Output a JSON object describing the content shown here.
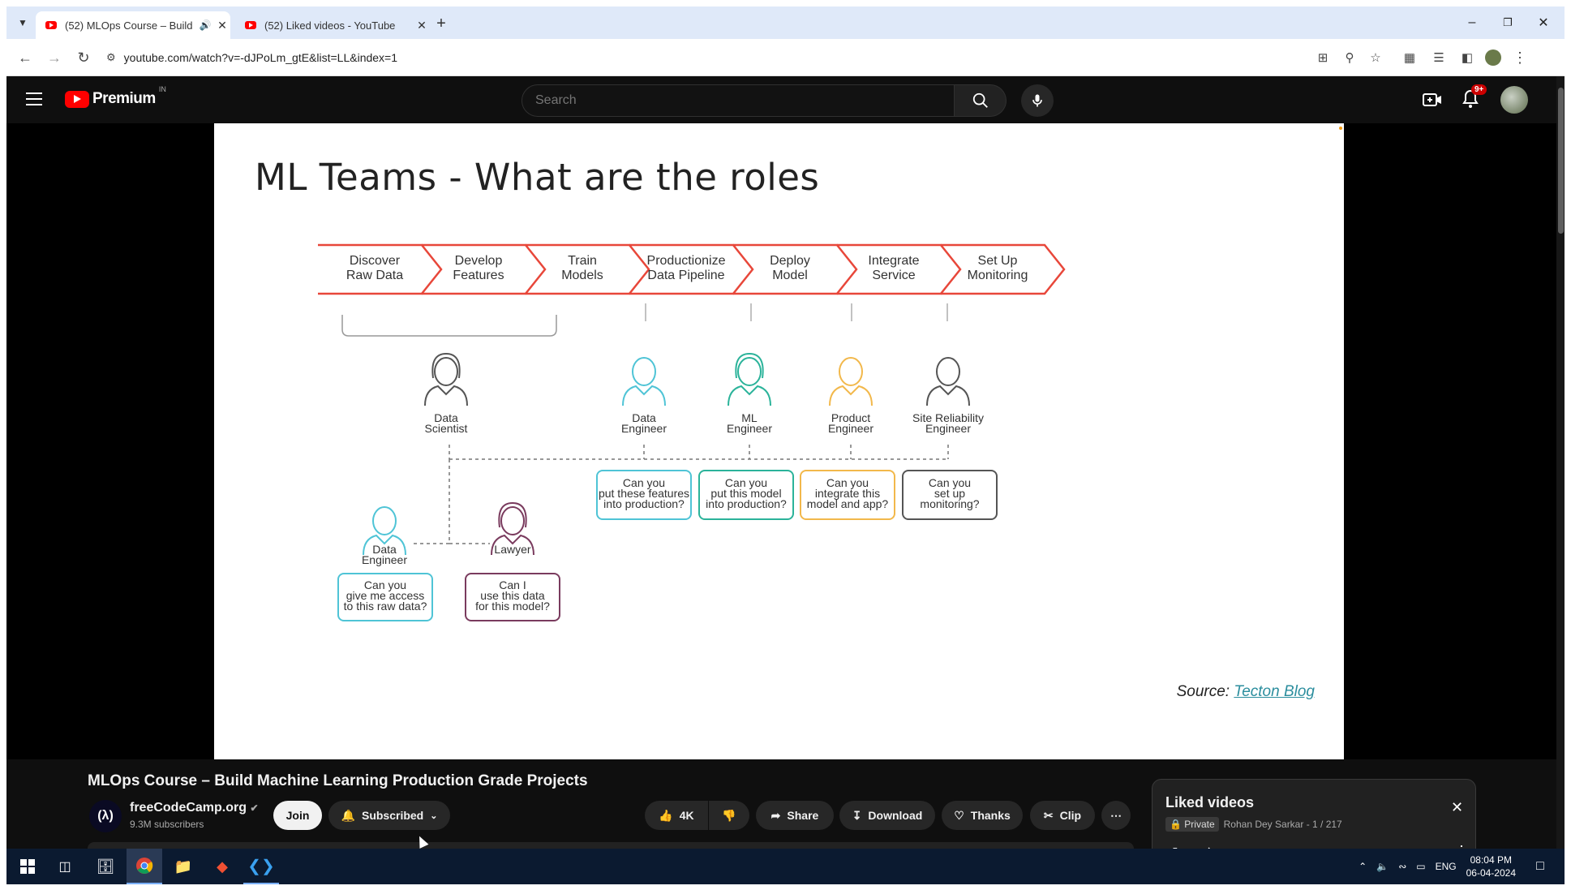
{
  "browser": {
    "tabs": [
      {
        "title": "(52) MLOps Course – Build",
        "active": true
      },
      {
        "title": "(52) Liked videos - YouTube",
        "active": false
      }
    ],
    "url": "youtube.com/watch?v=-dJPoLm_gtE&list=LL&index=1"
  },
  "youtube": {
    "logo_text": "Premium",
    "region": "IN",
    "search_placeholder": "Search",
    "notification_count": "9+"
  },
  "slide": {
    "title": "ML Teams - What are the roles",
    "steps": [
      [
        "Discover",
        "Raw Data"
      ],
      [
        "Develop",
        "Features"
      ],
      [
        "Train",
        "Models"
      ],
      [
        "Productionize",
        "Data Pipeline"
      ],
      [
        "Deploy",
        "Model"
      ],
      [
        "Integrate",
        "Service"
      ],
      [
        "Set Up",
        "Monitoring"
      ]
    ],
    "roles_top": [
      {
        "name": [
          "Data",
          "Scientist"
        ]
      },
      {
        "name": [
          "Data",
          "Engineer"
        ]
      },
      {
        "name": [
          "ML",
          "Engineer"
        ]
      },
      {
        "name": [
          "Product",
          "Engineer"
        ]
      },
      {
        "name": [
          "Site Reliability",
          "Engineer"
        ]
      }
    ],
    "questions_top": [
      [
        "Can you",
        "put these features",
        "into production?"
      ],
      [
        "Can you",
        "put this model",
        "into production?"
      ],
      [
        "Can you",
        "integrate this",
        "model and app?"
      ],
      [
        "Can you",
        "set up",
        "monitoring?"
      ]
    ],
    "roles_bottom": [
      {
        "name": [
          "Data",
          "Engineer"
        ]
      },
      {
        "name": [
          "Lawyer"
        ]
      }
    ],
    "questions_bottom": [
      [
        "Can you",
        "give me access",
        "to this raw data?"
      ],
      [
        "Can I",
        "use this data",
        "for this model?"
      ]
    ],
    "source_label": "Source: ",
    "source_link": "Tecton Blog",
    "colors": {
      "arrow": "#e8473a",
      "teal": "#4fc4d6",
      "green": "#2bb39a",
      "yellow": "#f2b84b",
      "gray": "#555555",
      "purple": "#7a3b5e"
    }
  },
  "video": {
    "title": "MLOps Course – Build Machine Learning Production Grade Projects",
    "channel": "freeCodeCamp.org",
    "subscribers": "9.3M subscribers",
    "join_label": "Join",
    "subscribed_label": "Subscribed",
    "likes": "4K",
    "share_label": "Share",
    "download_label": "Download",
    "thanks_label": "Thanks",
    "clip_label": "Clip"
  },
  "playlist": {
    "title": "Liked videos",
    "privacy": "Private",
    "owner_progress": "Rohan Dey Sarkar - 1 / 217"
  },
  "taskbar": {
    "language": "ENG",
    "time": "08:04 PM",
    "date": "06-04-2024"
  }
}
